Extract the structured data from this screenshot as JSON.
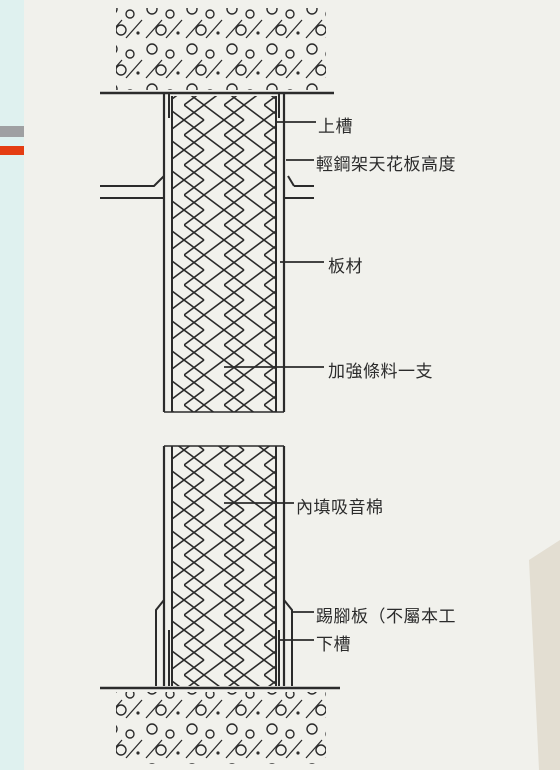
{
  "labels": {
    "top_track": "上槽",
    "ceiling_height": "輕鋼架天花板高度",
    "board": "板材",
    "stud": "加強條料一支",
    "insulation": "內填吸音棉",
    "baseboard": "踢腳板（不屬本工",
    "bottom_track": "下槽"
  },
  "colors": {
    "ink": "#2b2b2b",
    "paper": "#f1f1ec",
    "strip": "#dff1ef",
    "tab_gray": "#9fa0a2",
    "tab_red": "#e43d12"
  }
}
